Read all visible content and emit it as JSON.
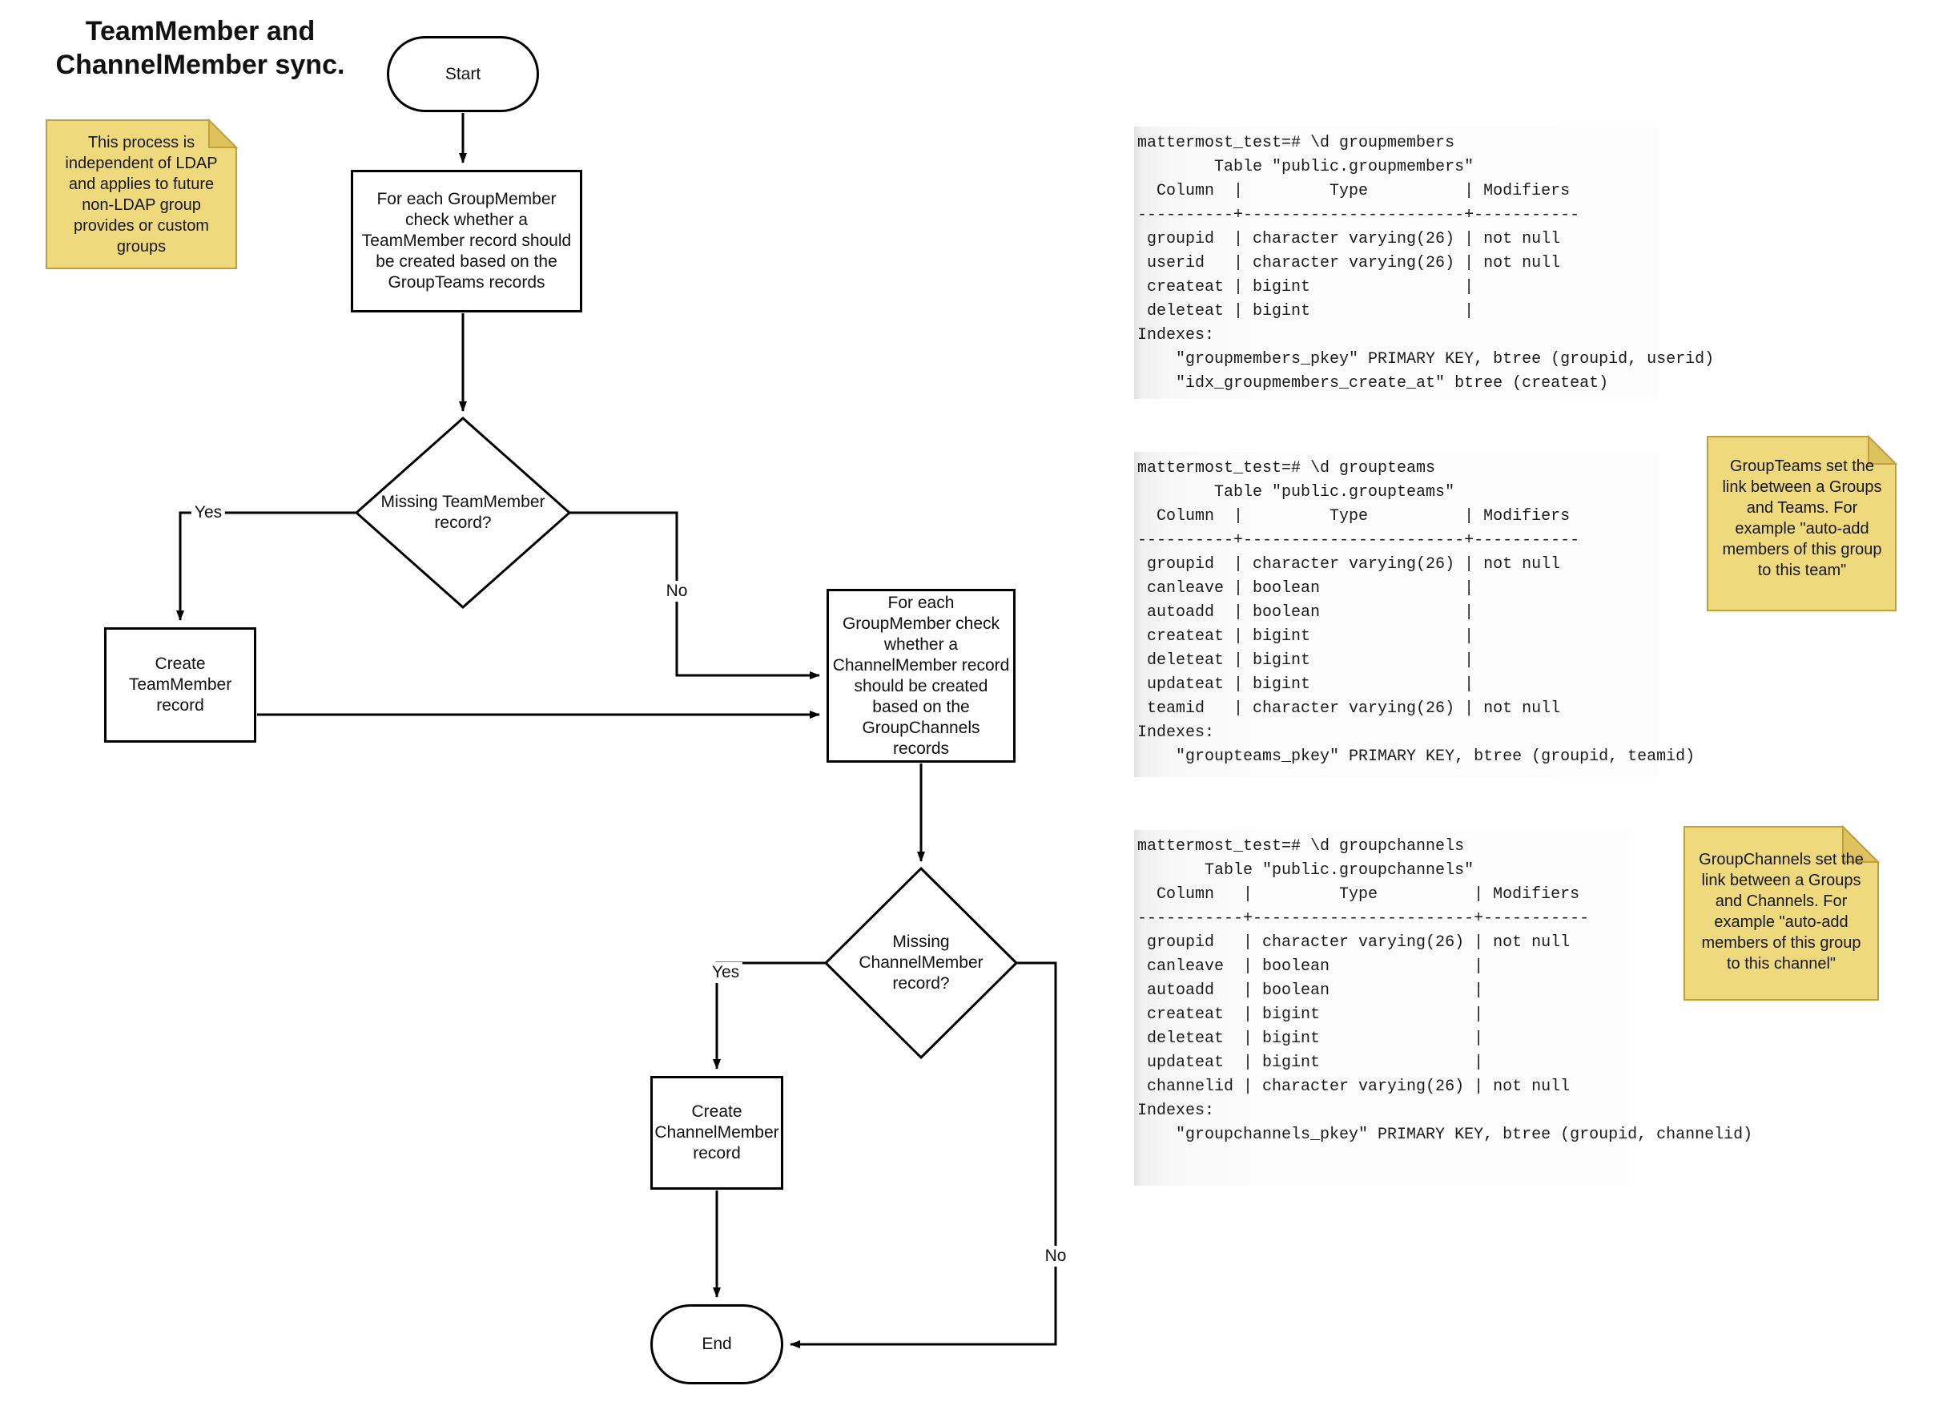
{
  "header": {
    "title": "TeamMember and\nChannelMember sync."
  },
  "palette": {
    "note_fill": "#efd97d",
    "note_fold": "#ddc25e",
    "note_border": "#bfa03c",
    "shape_stroke": "#000000",
    "code_bg": "#f0f0f0",
    "text": "#111111"
  },
  "flow": {
    "start_label": "Start",
    "process1": "For each GroupMember\ncheck whether a\nTeamMember record should\nbe created based on the\nGroupTeams records",
    "decision1": "Missing TeamMember\nrecord?",
    "yes1": "Yes",
    "no1": "No",
    "create_team": "Create\nTeamMember\nrecord",
    "process2": "For each\nGroupMember check\nwhether a\nChannelMember record\nshould be created\nbased on the\nGroupChannels\nrecords",
    "decision2": "Missing\nChannelMember\nrecord?",
    "yes2": "Yes",
    "no2": "No",
    "create_channel": "Create\nChannelMember\nrecord",
    "end_label": "End"
  },
  "notes": [
    {
      "text": "This process is\nindependent of LDAP\nand applies to future\nnon-LDAP group\nprovides or custom\ngroups"
    },
    {
      "text": "GroupTeams set the\nlink between a Groups\nand Teams. For\nexample \"auto-add\nmembers of this group\nto this team\""
    },
    {
      "text": "GroupChannels set the\nlink between a Groups\nand Channels. For\nexample \"auto-add\nmembers of this group\nto this channel\""
    }
  ],
  "code_blocks": [
    {
      "table": "groupmembers",
      "text": "mattermost_test=# \\d groupmembers\n        Table \"public.groupmembers\"\n  Column  |         Type          | Modifiers\n----------+-----------------------+-----------\n groupid  | character varying(26) | not null\n userid   | character varying(26) | not null\n createat | bigint                |\n deleteat | bigint                |\nIndexes:\n    \"groupmembers_pkey\" PRIMARY KEY, btree (groupid, userid)\n    \"idx_groupmembers_create_at\" btree (createat)"
    },
    {
      "table": "groupteams",
      "text": "mattermost_test=# \\d groupteams\n        Table \"public.groupteams\"\n  Column  |         Type          | Modifiers\n----------+-----------------------+-----------\n groupid  | character varying(26) | not null\n canleave | boolean               |\n autoadd  | boolean               |\n createat | bigint                |\n deleteat | bigint                |\n updateat | bigint                |\n teamid   | character varying(26) | not null\nIndexes:\n    \"groupteams_pkey\" PRIMARY KEY, btree (groupid, teamid)"
    },
    {
      "table": "groupchannels",
      "text": "mattermost_test=# \\d groupchannels\n       Table \"public.groupchannels\"\n  Column   |         Type          | Modifiers\n-----------+-----------------------+-----------\n groupid   | character varying(26) | not null\n canleave  | boolean               |\n autoadd   | boolean               |\n createat  | bigint                |\n deleteat  | bigint                |\n updateat  | bigint                |\n channelid | character varying(26) | not null\nIndexes:\n    \"groupchannels_pkey\" PRIMARY KEY, btree (groupid, channelid)"
    }
  ]
}
